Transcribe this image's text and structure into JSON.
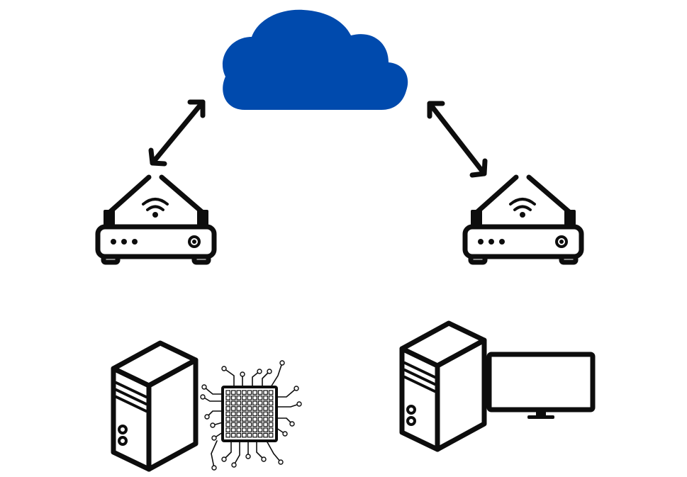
{
  "diagram": {
    "nodes": [
      {
        "id": "cloud",
        "icon": "cloud-icon",
        "color": "#004AAD"
      },
      {
        "id": "router-left",
        "icon": "wifi-router-icon"
      },
      {
        "id": "router-right",
        "icon": "wifi-router-icon"
      },
      {
        "id": "server-with-chip",
        "icon": "server-tower-icon"
      },
      {
        "id": "chip",
        "icon": "processor-chip-icon"
      },
      {
        "id": "desktop-computer",
        "icon": "desktop-computer-icon"
      }
    ],
    "edges": [
      {
        "from": "cloud",
        "to": "router-left",
        "style": "double-arrow"
      },
      {
        "from": "cloud",
        "to": "router-right",
        "style": "double-arrow"
      }
    ],
    "colors": {
      "cloud": "#004AAD",
      "line": "#0D0D0D",
      "background": "#FFFFFF"
    }
  }
}
